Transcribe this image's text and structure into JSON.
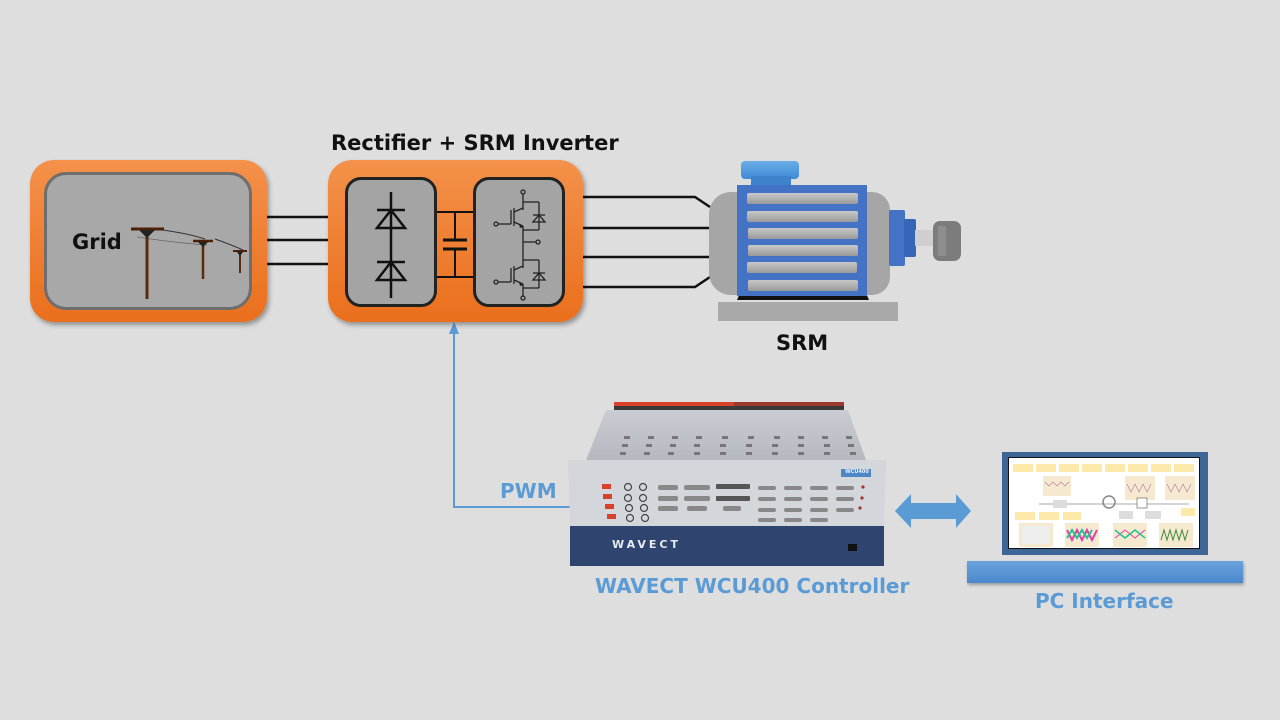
{
  "diagram": {
    "grid": {
      "label": "Grid",
      "icon": "power-pole-icon"
    },
    "converter": {
      "title": "Rectifier +  SRM Inverter",
      "rectifier_icon": "diode-icon",
      "dc_link_icon": "capacitor-icon",
      "inverter_icon": "igbt-icon"
    },
    "motor": {
      "label": "SRM",
      "icon": "electric-motor-icon"
    },
    "controller": {
      "label": "WAVECT WCU400 Controller",
      "brand": "WAVECT",
      "model_badge": "WCU400",
      "icon": "controller-hardware-icon"
    },
    "pc": {
      "label": "PC Interface",
      "icon": "monitor-icon"
    },
    "signals": {
      "pwm_label": "PWM",
      "link_icon": "bidirectional-arrow-icon"
    },
    "colors": {
      "background": "#dedede",
      "orange": "#ef7f2e",
      "accent_blue": "#5b9bd5",
      "motor_blue": "#4472c4",
      "text_dark": "#111111"
    }
  }
}
